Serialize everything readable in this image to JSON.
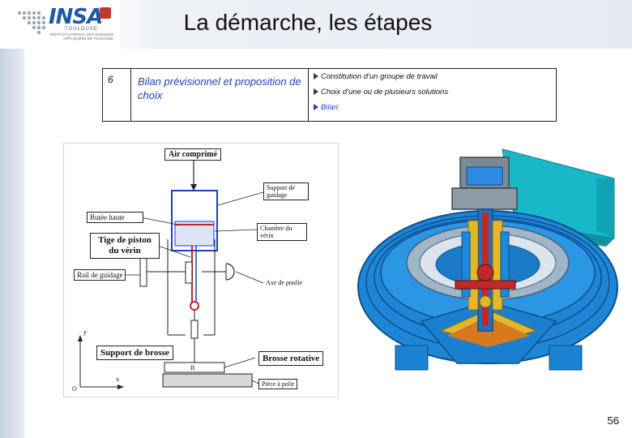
{
  "header": {
    "title": "La démarche, les étapes",
    "logo_text": "INSA",
    "logo_city": "TOULOUSE",
    "logo_subtitle": "INSTITUT NATIONAL DES SCIENCES APPLIQUÉES DE TOULOUSE"
  },
  "steps_table": {
    "number": "6",
    "title": "Bilan prévisionnel et proposition de choix",
    "items": [
      {
        "text": "Constitution d'un groupe de travail",
        "color": "#111111"
      },
      {
        "text": "Choix d'une ou de plusieurs solutions",
        "color": "#111111"
      },
      {
        "text": "Bilan",
        "color": "#1e3fbf"
      }
    ]
  },
  "diagram": {
    "labels": {
      "air": "Air comprimé",
      "butee_haute": "Butée haute",
      "tige": "Tige de piston du vérin",
      "rail": "Rail de guidage",
      "support_roue": "Support de brosse",
      "brosse": "Brosse rotative",
      "sup_guidage": "Support de guidage",
      "chambre": "Chambre du vérin",
      "axe_poulie": "Axe de poulie",
      "piece": "Pièce à polir",
      "a": "B",
      "axis_y": "y",
      "axis_x": "x",
      "axis_o": "O"
    }
  },
  "footer": {
    "page_number": "56"
  },
  "colors": {
    "accent_blue": "#1e3fbf",
    "logo_blue": "#1d5aa6",
    "render_cyan": "#15b6c9",
    "render_blue": "#1f8ad8",
    "render_yellow": "#e2b72a",
    "render_red": "#c0282a"
  }
}
